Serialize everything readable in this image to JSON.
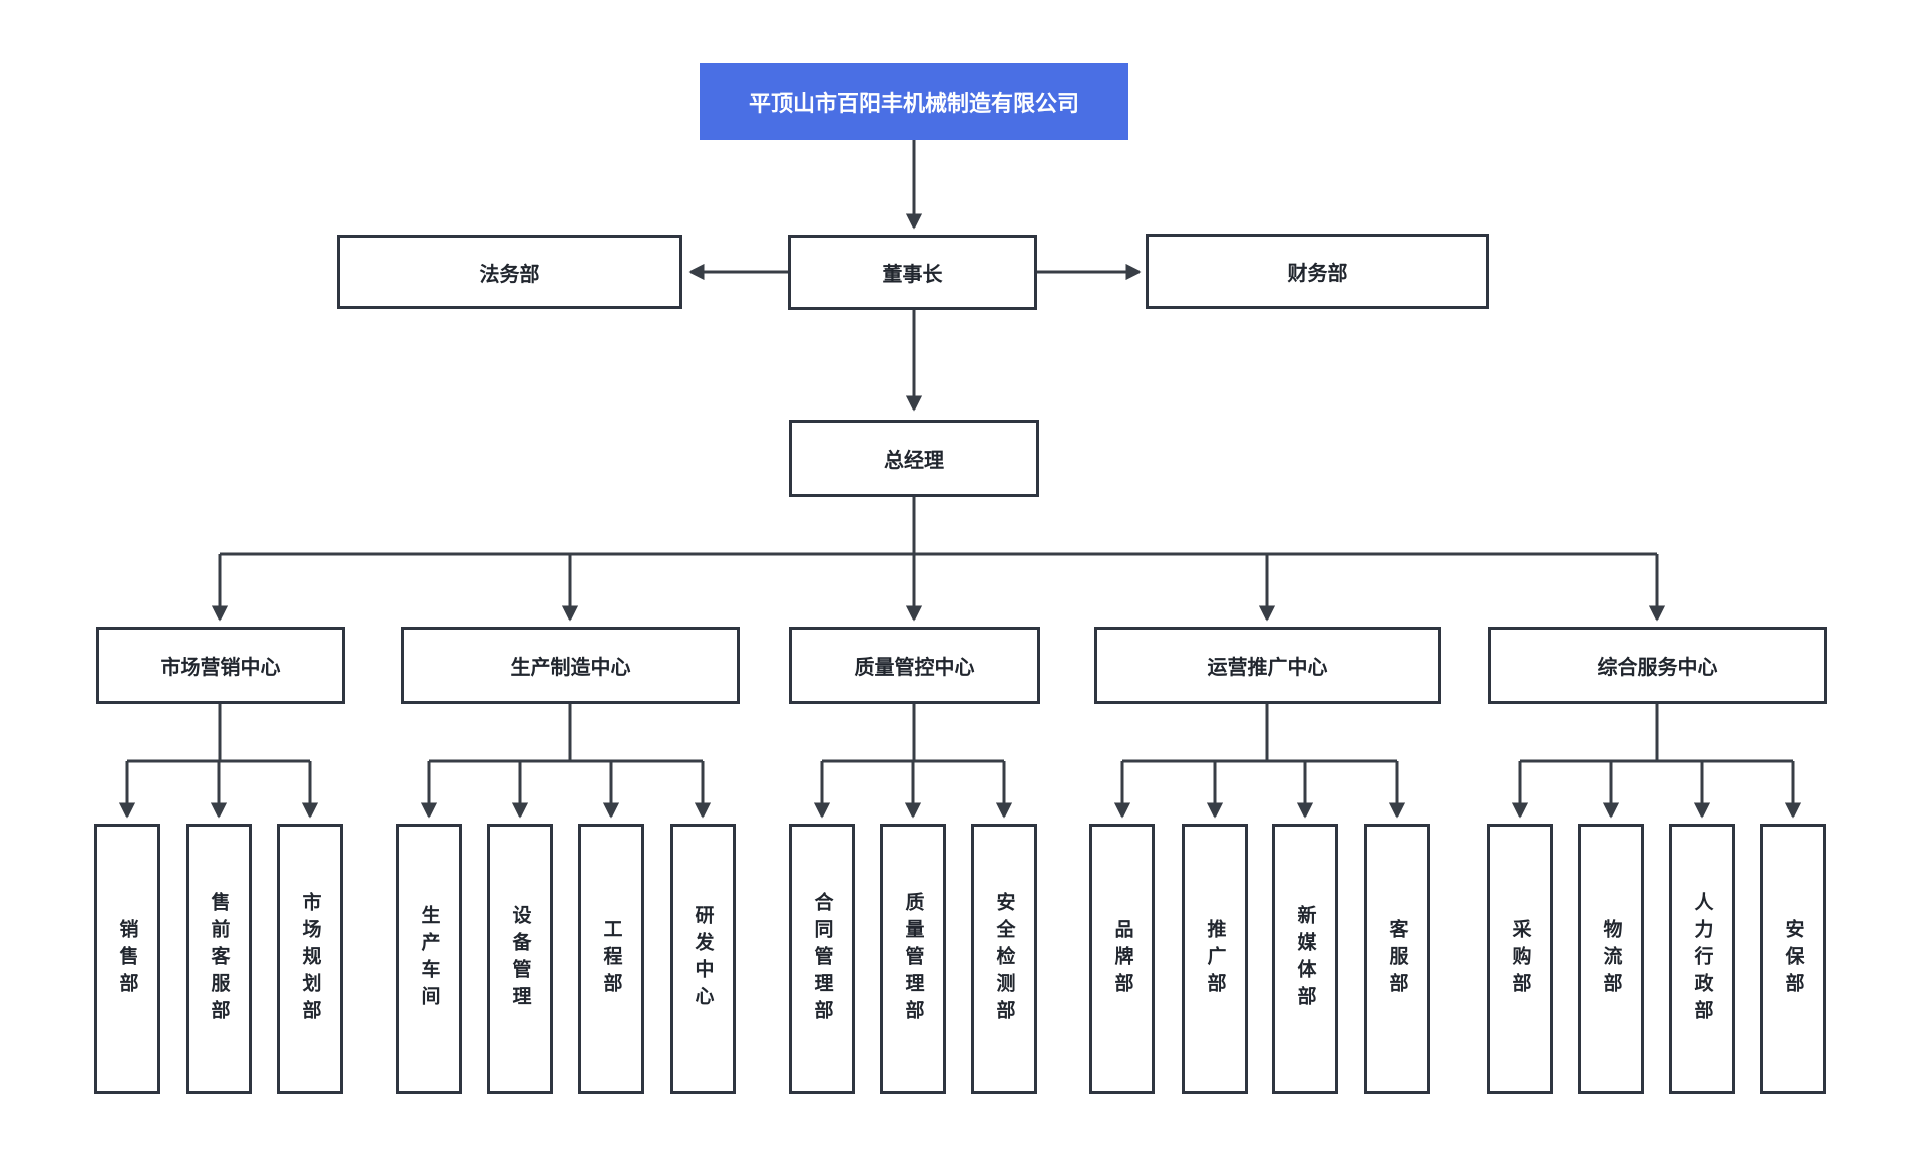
{
  "colors": {
    "root_bg": "#4a6fe4",
    "root_text": "#ffffff",
    "node_bg": "#ffffff",
    "node_border": "#2f3540",
    "node_text": "#21262e",
    "connector": "#383e46",
    "canvas_bg": "#ffffff"
  },
  "org_chart": {
    "root": {
      "label": "平顶山市百阳丰机械制造有限公司"
    },
    "level2": {
      "left": {
        "label": "法务部"
      },
      "center": {
        "label": "董事长"
      },
      "right": {
        "label": "财务部"
      }
    },
    "level3": {
      "label": "总经理"
    },
    "centers": [
      {
        "label": "市场营销中心",
        "children": [
          "销售部",
          "售前客服部",
          "市场规划部"
        ]
      },
      {
        "label": "生产制造中心",
        "children": [
          "生产车间",
          "设备管理",
          "工程部",
          "研发中心"
        ]
      },
      {
        "label": "质量管控中心",
        "children": [
          "合同管理部",
          "质量管理部",
          "安全检测部"
        ]
      },
      {
        "label": "运营推广中心",
        "children": [
          "品牌部",
          "推广部",
          "新媒体部",
          "客服部"
        ]
      },
      {
        "label": "综合服务中心",
        "children": [
          "采购部",
          "物流部",
          "人力行政部",
          "安保部"
        ]
      }
    ]
  }
}
